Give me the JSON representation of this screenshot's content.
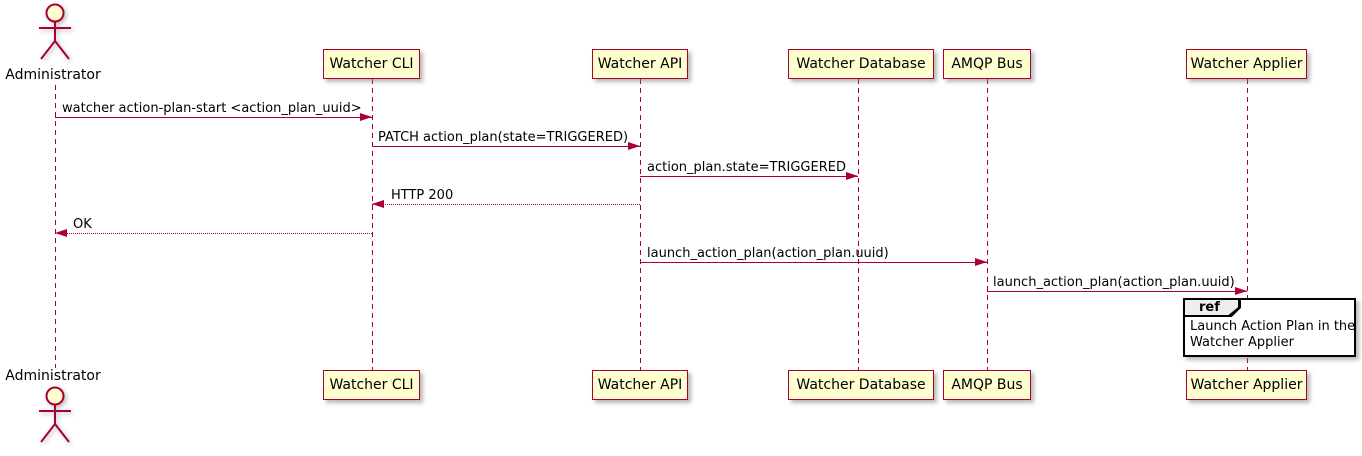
{
  "diagram": {
    "type": "sequence",
    "tool_style": "plantuml",
    "colors": {
      "participant_fill": "#FEFECE",
      "accent_border": "#A80036",
      "arrow": "#A80036",
      "text": "#000000",
      "ref_fill": "#FFFFFF",
      "ref_tab_fill": "#EEEEEE",
      "ref_border": "#000000"
    },
    "actor": {
      "label": "Administrator"
    },
    "participants": [
      {
        "label": "Watcher CLI"
      },
      {
        "label": "Watcher API"
      },
      {
        "label": "Watcher Database"
      },
      {
        "label": "AMQP Bus"
      },
      {
        "label": "Watcher Applier"
      }
    ],
    "messages": [
      {
        "from": "Administrator",
        "to": "Watcher CLI",
        "text": "watcher action-plan-start <action_plan_uuid>",
        "line": "solid",
        "direction": "right"
      },
      {
        "from": "Watcher CLI",
        "to": "Watcher API",
        "text": "PATCH action_plan(state=TRIGGERED)",
        "line": "solid",
        "direction": "right"
      },
      {
        "from": "Watcher API",
        "to": "Watcher Database",
        "text": "action_plan.state=TRIGGERED",
        "line": "solid",
        "direction": "right"
      },
      {
        "from": "Watcher API",
        "to": "Watcher CLI",
        "text": "HTTP 200",
        "line": "dotted",
        "direction": "left"
      },
      {
        "from": "Watcher CLI",
        "to": "Administrator",
        "text": "OK",
        "line": "dotted",
        "direction": "left"
      },
      {
        "from": "Watcher API",
        "to": "AMQP Bus",
        "text": "launch_action_plan(action_plan.uuid)",
        "line": "solid",
        "direction": "right"
      },
      {
        "from": "AMQP Bus",
        "to": "Watcher Applier",
        "text": "launch_action_plan(action_plan.uuid)",
        "line": "solid",
        "direction": "right"
      }
    ],
    "ref": {
      "keyword": "ref",
      "over": "Watcher Applier",
      "lines": [
        "Launch Action Plan in the",
        "Watcher Applier"
      ]
    }
  }
}
